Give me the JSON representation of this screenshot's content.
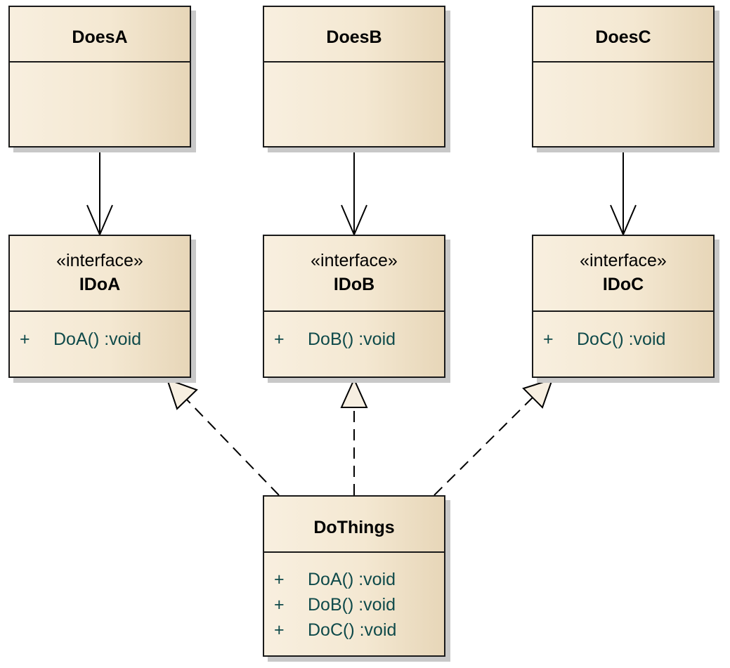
{
  "diagram": {
    "classes": {
      "does_a": {
        "name": "DoesA"
      },
      "does_b": {
        "name": "DoesB"
      },
      "does_c": {
        "name": "DoesC"
      },
      "do_things": {
        "name": "DoThings",
        "operations": [
          {
            "visibility": "+",
            "signature": "DoA()  :void"
          },
          {
            "visibility": "+",
            "signature": "DoB()  :void"
          },
          {
            "visibility": "+",
            "signature": "DoC()  :void"
          }
        ]
      }
    },
    "interfaces": {
      "ido_a": {
        "stereotype": "«interface»",
        "name": "IDoA",
        "operations": [
          {
            "visibility": "+",
            "signature": "DoA()  :void"
          }
        ]
      },
      "ido_b": {
        "stereotype": "«interface»",
        "name": "IDoB",
        "operations": [
          {
            "visibility": "+",
            "signature": "DoB()  :void"
          }
        ]
      },
      "ido_c": {
        "stereotype": "«interface»",
        "name": "IDoC",
        "operations": [
          {
            "visibility": "+",
            "signature": "DoC()  :void"
          }
        ]
      }
    },
    "relationships": [
      {
        "type": "dependency",
        "from": "DoesA",
        "to": "IDoA"
      },
      {
        "type": "dependency",
        "from": "DoesB",
        "to": "IDoB"
      },
      {
        "type": "dependency",
        "from": "DoesC",
        "to": "IDoC"
      },
      {
        "type": "realization",
        "from": "DoThings",
        "to": "IDoA"
      },
      {
        "type": "realization",
        "from": "DoThings",
        "to": "IDoB"
      },
      {
        "type": "realization",
        "from": "DoThings",
        "to": "IDoC"
      }
    ],
    "colors": {
      "box_fill_light": "#f8efdf",
      "box_fill_dark": "#e7d6b8",
      "border": "#1a1a1a",
      "shadow": "#c8c8c8",
      "operation_text": "#0f4a4a",
      "arrowhead_fill": "#f7efe1"
    }
  }
}
